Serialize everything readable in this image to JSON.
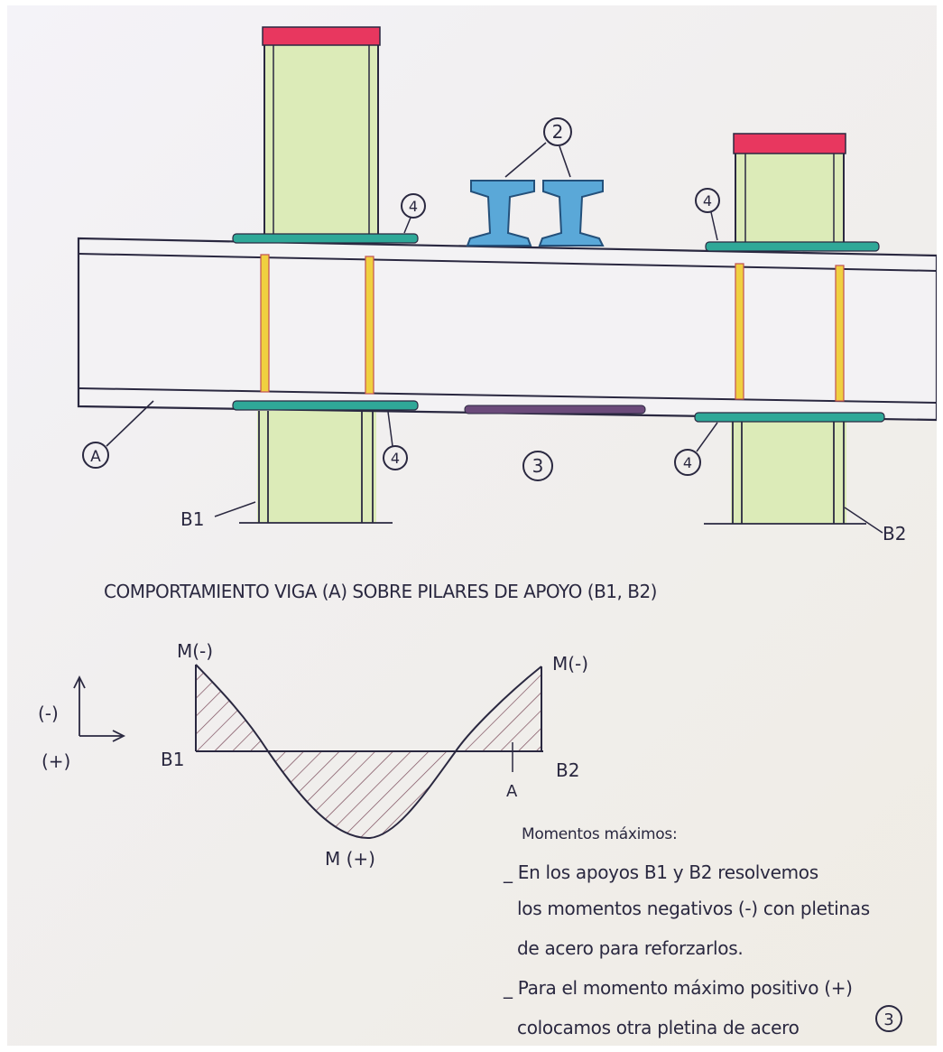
{
  "title": "COMPORTAMIENTO VIGA (A) SOBRE PILARES DE APOYO (B1, B2)",
  "callouts": {
    "beam": "A",
    "rails": "2",
    "bottom_plate": "3",
    "side_plate": "4"
  },
  "supports": {
    "left": "B1",
    "right": "B2"
  },
  "moment_diagram": {
    "neg_left": "M(-)",
    "neg_right": "M(-)",
    "pos_mid": "M (+)",
    "left_support": "B1",
    "right_support": "B2",
    "section_mark": "A",
    "sign_neg": "(-)",
    "sign_pos": "(+)"
  },
  "notes": {
    "heading": "Momentos máximos:",
    "lines": [
      "_ En los apoyos B1 y B2 resolvemos",
      "los momentos negativos (-) con pletinas",
      "de acero para reforzarlos.",
      "_ Para el momento máximo positivo (+)",
      "colocamos otra pletina de acero"
    ],
    "end_ref": "3"
  },
  "colors": {
    "pier_fill": "#dcebb8",
    "pier_cap": "#e8375f",
    "plate": "#2fa898",
    "weld_strip": "#f0d040",
    "rail": "#5aa8d8",
    "bottom_plate": "#6b4a7a",
    "hatch": "#7a4a5a",
    "ink": "#2a2840"
  }
}
